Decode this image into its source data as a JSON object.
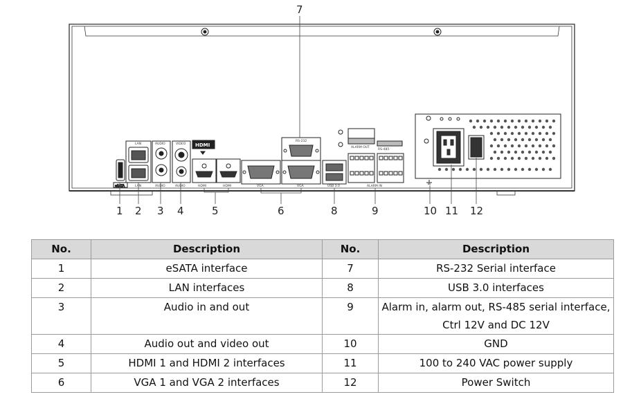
{
  "diagram": {
    "callouts": [
      "1",
      "2",
      "3",
      "4",
      "5",
      "6",
      "7",
      "8",
      "9",
      "10",
      "11",
      "12"
    ],
    "port_labels": {
      "esata": "eSATA",
      "lan_top": "LAN",
      "lan_bottom": "LAN",
      "audio_top": "AUDIO",
      "audio_bottom": "AUDIO",
      "video_top": "VIDEO",
      "audio_bottom2": "AUDIO",
      "hdmi_logo": "HDMI",
      "hdmi1": "HDMI",
      "hdmi2": "HDMI",
      "vga1": "VGA",
      "vga2": "VGA",
      "rs232": "RS-232",
      "usb": "USB 3.0",
      "alarm_out": "ALARM OUT",
      "rs485": "RS-485",
      "alarm_in": "ALARM IN"
    }
  },
  "table": {
    "headers": [
      "No.",
      "Description",
      "No.",
      "Description"
    ],
    "rows": [
      {
        "no1": "1",
        "desc1": "eSATA interface",
        "no2": "7",
        "desc2": "RS-232 Serial interface"
      },
      {
        "no1": "2",
        "desc1": "LAN interfaces",
        "no2": "8",
        "desc2": "USB 3.0 interfaces"
      },
      {
        "no1": "3",
        "desc1": "Audio in and out",
        "no2": "9",
        "desc2a": "Alarm in, alarm out, RS-485 serial interface,",
        "desc2b": "Ctrl 12V and DC 12V"
      },
      {
        "no1": "4",
        "desc1": "Audio out and video out",
        "no2": "10",
        "desc2": "GND"
      },
      {
        "no1": "5",
        "desc1": "HDMI 1 and HDMI 2 interfaces",
        "no2": "11",
        "desc2": "100 to 240 VAC power supply"
      },
      {
        "no1": "6",
        "desc1": "VGA 1 and VGA 2 interfaces",
        "no2": "12",
        "desc2": "Power Switch"
      }
    ]
  }
}
